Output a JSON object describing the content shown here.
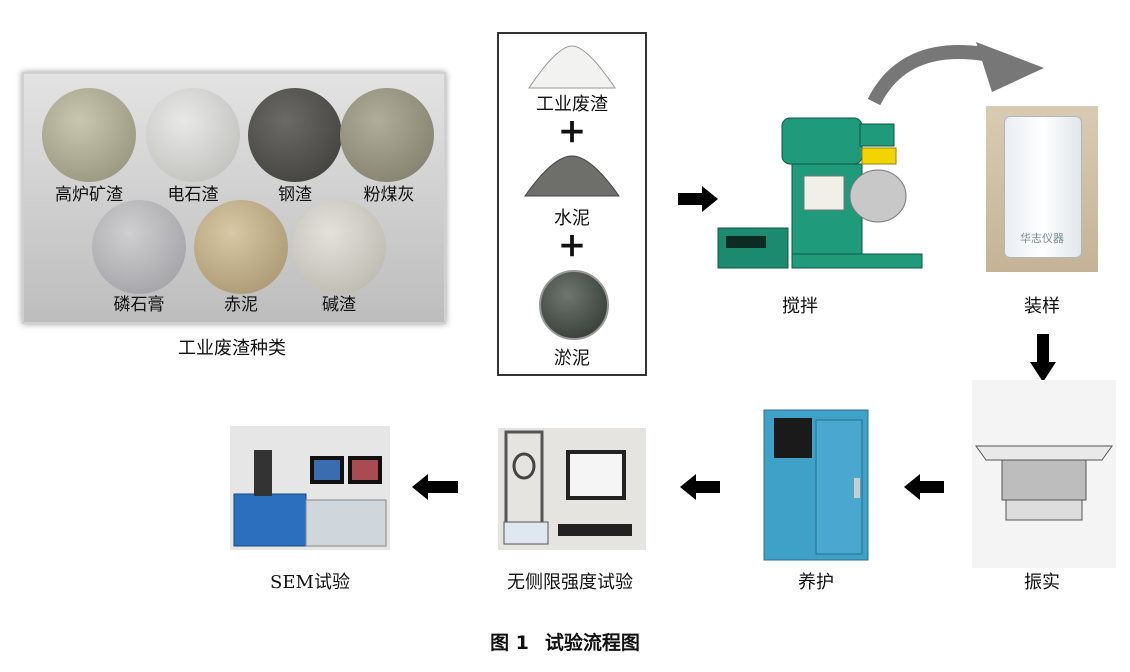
{
  "waste_types": {
    "items": [
      "高炉矿渣",
      "电石渣",
      "钢渣",
      "粉煤灰",
      "磷石膏",
      "赤泥",
      "碱渣"
    ],
    "title": "工业废渣种类"
  },
  "materials": {
    "items": [
      "工业废渣",
      "水泥",
      "淤泥"
    ],
    "plus": "+"
  },
  "steps": {
    "mixing": "搅拌",
    "loading": "装样",
    "vibrating": "振实",
    "curing": "养护",
    "ucs_test": "无侧限强度试验",
    "sem_test": "SEM试验"
  },
  "equipment_text": {
    "mold_brand": "华志仪器"
  },
  "caption": {
    "fig": "图 1",
    "title": "试验流程图"
  }
}
